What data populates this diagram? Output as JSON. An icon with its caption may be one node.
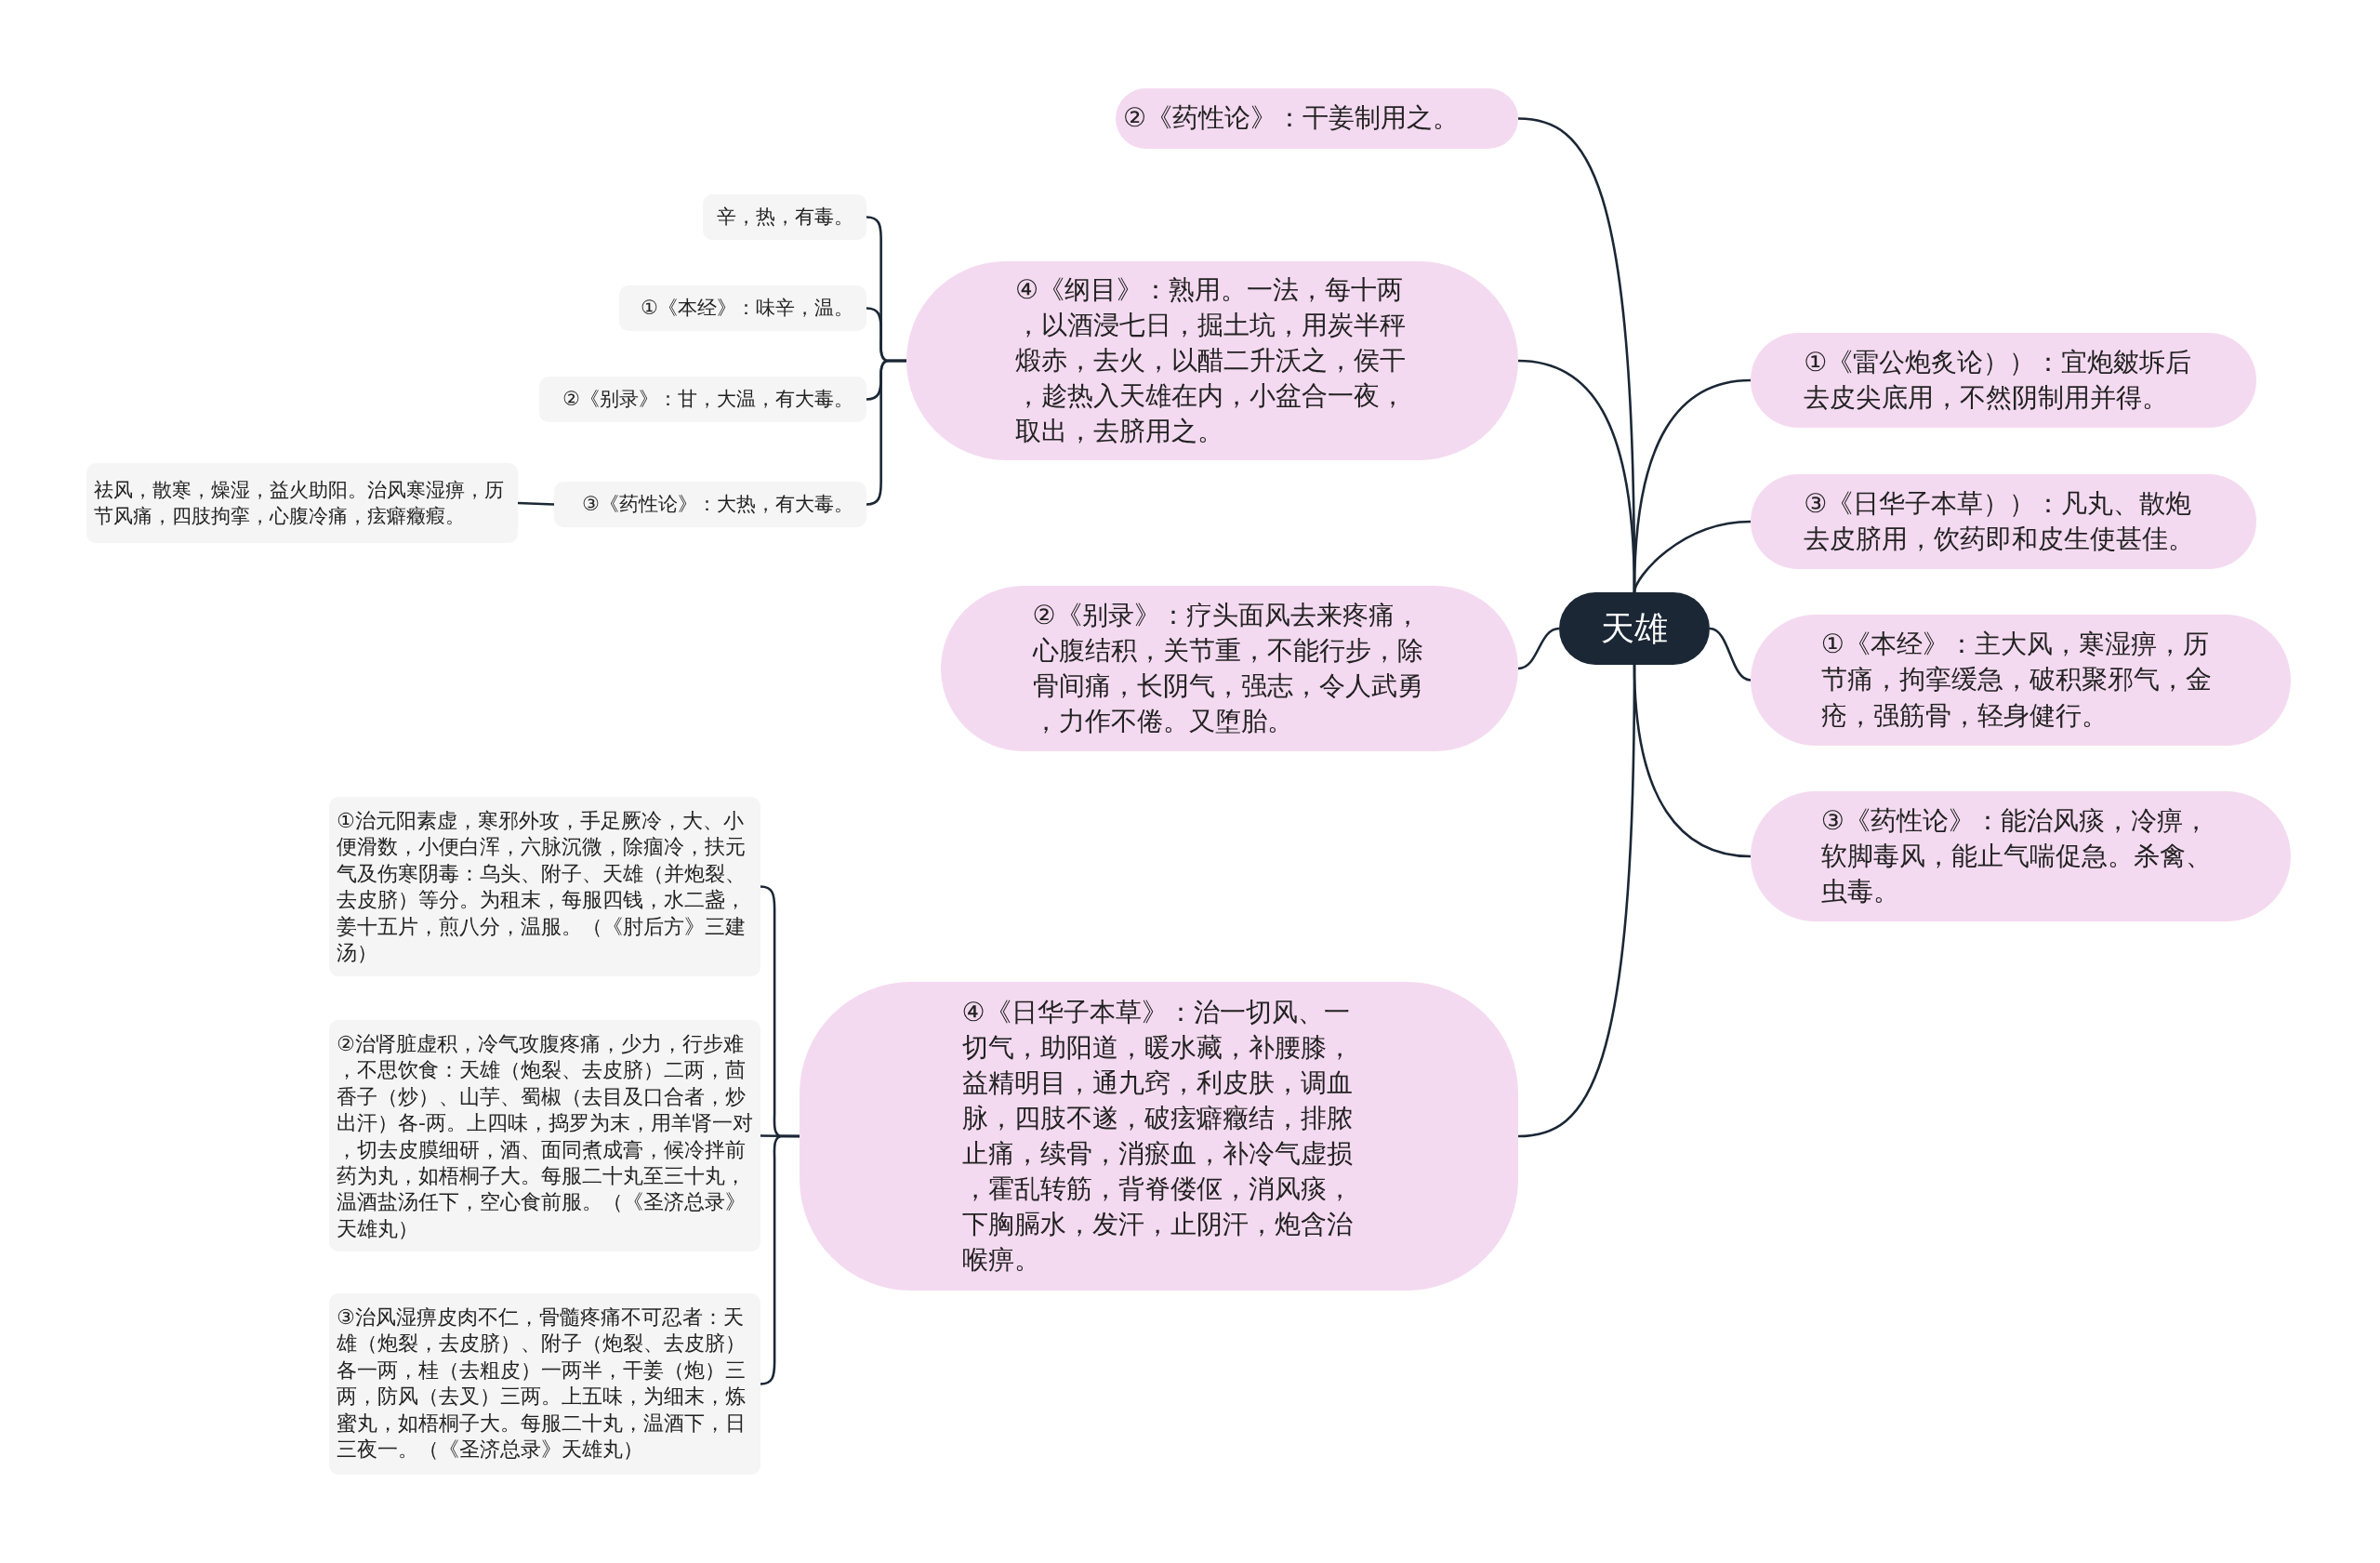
{
  "diagram": {
    "nodes": [
      {
        "text": [
          "天雄"
        ]
      },
      {
        "text": [
          "②《药性论》：干姜制用之。"
        ]
      },
      {
        "text": [
          "④《纲目》：熟用。一法，每十两，以酒浸七日，掘土坑，用炭半秤煅赤，去火，以醋二升沃之，侯干，趁热入天雄在内，小盆合一夜，取出，去脐用之。"
        ]
      },
      {
        "text": [
          "辛，热，有毒。"
        ]
      },
      {
        "text": [
          "①《本经》：味辛，温。"
        ]
      },
      {
        "text": [
          "②《别录》：甘，大温，有大毒。"
        ]
      },
      {
        "text": [
          "③《药性论》：大热，有大毒。"
        ]
      },
      {
        "text": [
          "祛风，散寒，燥湿，益火助阳。治风寒湿痹，历节风痛，四肢拘挛，心腹冷痛，痃癖癥瘕。"
        ]
      },
      {
        "text": [
          "②《别录》：疗头面风去来疼痛，心腹结积，关节重，不能行步，除骨间痛，长阴气，强志，令人武勇，力作不倦。又堕胎。"
        ]
      },
      {
        "text": [
          "④《日华子本草》：治一切风、一切气，助阳道，暖水藏，补腰膝，益精明目，通九窍，利皮肤，调血脉，四肢不遂，破痃癖癥结，排脓止痛，续骨，消瘀血，补冷气虚损，霍乱转筋，背脊偻伛，消风痰，下胸膈水，发汗，止阴汗，炮含治喉痹。"
        ]
      },
      {
        "text": [
          "①治元阳素虚，寒邪外攻，手足厥冷，大、小便滑数，小便白浑，六脉沉微，除痼冷，扶元气及伤寒阴毒：乌头、附子、天雄（并炮裂、去皮脐）等分。为租末，每服四钱，水二盏，姜十五片，煎八分，温服。（《肘后方》三建汤）"
        ]
      },
      {
        "text": [
          "②治肾脏虚积，冷气攻腹疼痛，少力，行步难，不思饮食：天雄（炮裂、去皮脐）二两，茴香子（炒）、山芋、蜀椒（去目及口合者，炒出汗）各-两。上四味，捣罗为末，用羊肾一对，切去皮膜细研，酒、面同煮成膏，候冷拌前药为丸，如梧桐子大。每服二十丸至三十丸，温酒盐汤任下，空心食前服。（《圣济总录》天雄丸）"
        ]
      },
      {
        "text": [
          "③治风湿痹皮肉不仁，骨髓疼痛不可忍者：天雄（炮裂，去皮脐）、附子（炮裂、去皮脐）各一两，桂（去粗皮）一两半，干姜（炮）三两，防风（去叉）三两。上五味，为细末，炼蜜丸，如梧桐子大。每服二十丸，温酒下，日三夜一。（《圣济总录》天雄丸）"
        ]
      },
      {
        "text": [
          "①《雷公炮炙论））：宜炮皴坼后去皮尖底用，不然阴制用并得。"
        ]
      },
      {
        "text": [
          "③《日华子本草））：凡丸、散炮去皮脐用，饮药即和皮生使甚佳。"
        ]
      },
      {
        "text": [
          "①《本经》：主大风，寒湿痹，历节痛，拘挛缓急，破积聚邪气，金疮，强筋骨，轻身健行。"
        ]
      },
      {
        "text": [
          "③《药性论》：能治风痰，冷痹，软脚毒风，能止气喘促急。杀禽、虫毒。"
        ]
      }
    ],
    "edges": [
      {
        "from": 0,
        "to": 1,
        "arrow": "none"
      },
      {
        "from": 0,
        "to": 2,
        "arrow": "none"
      },
      {
        "from": 2,
        "to": 3,
        "arrow": "none"
      },
      {
        "from": 2,
        "to": 4,
        "arrow": "none"
      },
      {
        "from": 2,
        "to": 5,
        "arrow": "none"
      },
      {
        "from": 2,
        "to": 6,
        "arrow": "none"
      },
      {
        "from": 6,
        "to": 7,
        "arrow": "none"
      },
      {
        "from": 0,
        "to": 8,
        "arrow": "none"
      },
      {
        "from": 0,
        "to": 9,
        "arrow": "none"
      },
      {
        "from": 9,
        "to": 10,
        "arrow": "none"
      },
      {
        "from": 9,
        "to": 11,
        "arrow": "none"
      },
      {
        "from": 9,
        "to": 12,
        "arrow": "none"
      },
      {
        "from": 0,
        "to": 13,
        "arrow": "none"
      },
      {
        "from": 0,
        "to": 14,
        "arrow": "none"
      },
      {
        "from": 0,
        "to": 15,
        "arrow": "none"
      },
      {
        "from": 0,
        "to": 16,
        "arrow": "none"
      }
    ]
  }
}
